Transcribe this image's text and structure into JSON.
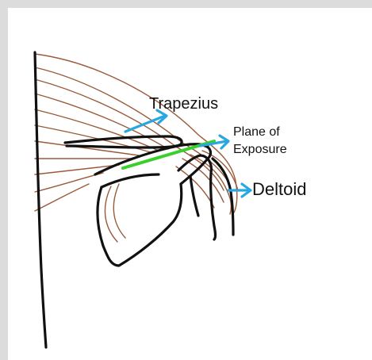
{
  "labels": {
    "trapezius": "Trapezius",
    "plane_line1": "Plane of",
    "plane_line2": "Exposure",
    "deltoid": "Deltoid"
  },
  "colors": {
    "frame_border": "#dcdcdc",
    "background": "#ffffff",
    "muscle_fibers": "#9a5a3a",
    "bone_outline": "#111111",
    "arrows": "#29a8e0",
    "plane_line": "#39d02c",
    "label_text": "#111111"
  },
  "icons": {
    "arrow": "arrow-icon"
  }
}
